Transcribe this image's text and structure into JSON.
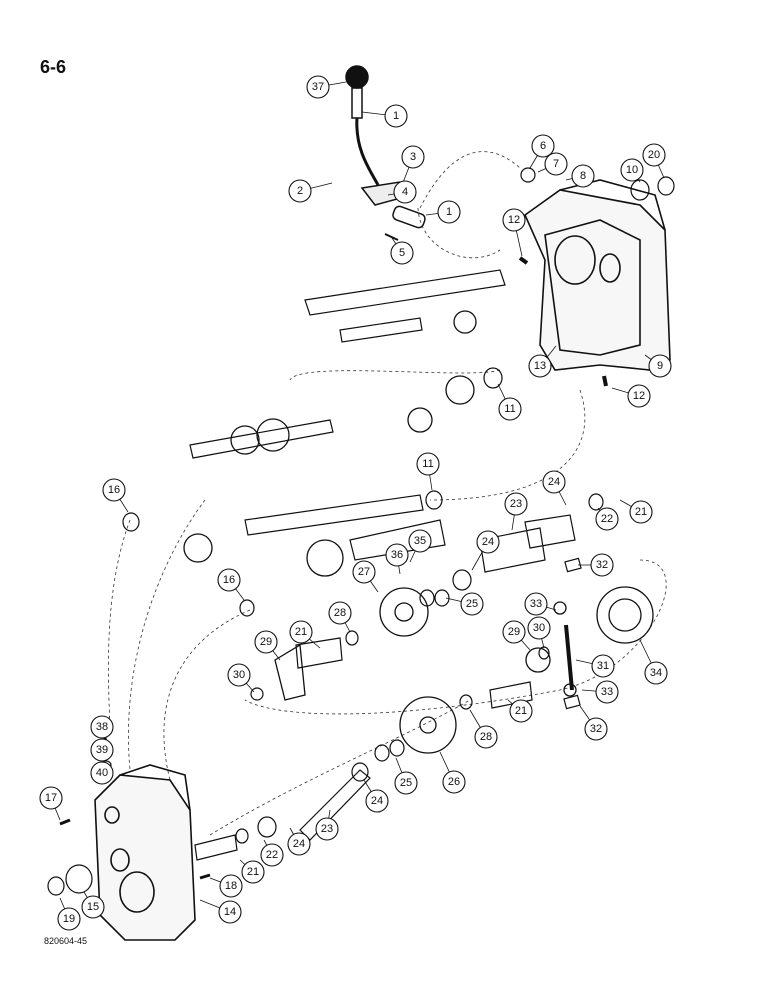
{
  "page_number": "6-6",
  "drawing_code": "820604-45",
  "callouts": [
    "1",
    "2",
    "3",
    "4",
    "5",
    "6",
    "7",
    "8",
    "9",
    "10",
    "11",
    "12",
    "13",
    "14",
    "15",
    "16",
    "17",
    "18",
    "19",
    "20",
    "21",
    "22",
    "23",
    "24",
    "25",
    "26",
    "27",
    "28",
    "29",
    "30",
    "31",
    "32",
    "33",
    "34",
    "35",
    "36",
    "37",
    "38",
    "39",
    "40"
  ],
  "colors": {
    "ink": "#111111",
    "paper": "#ffffff"
  }
}
